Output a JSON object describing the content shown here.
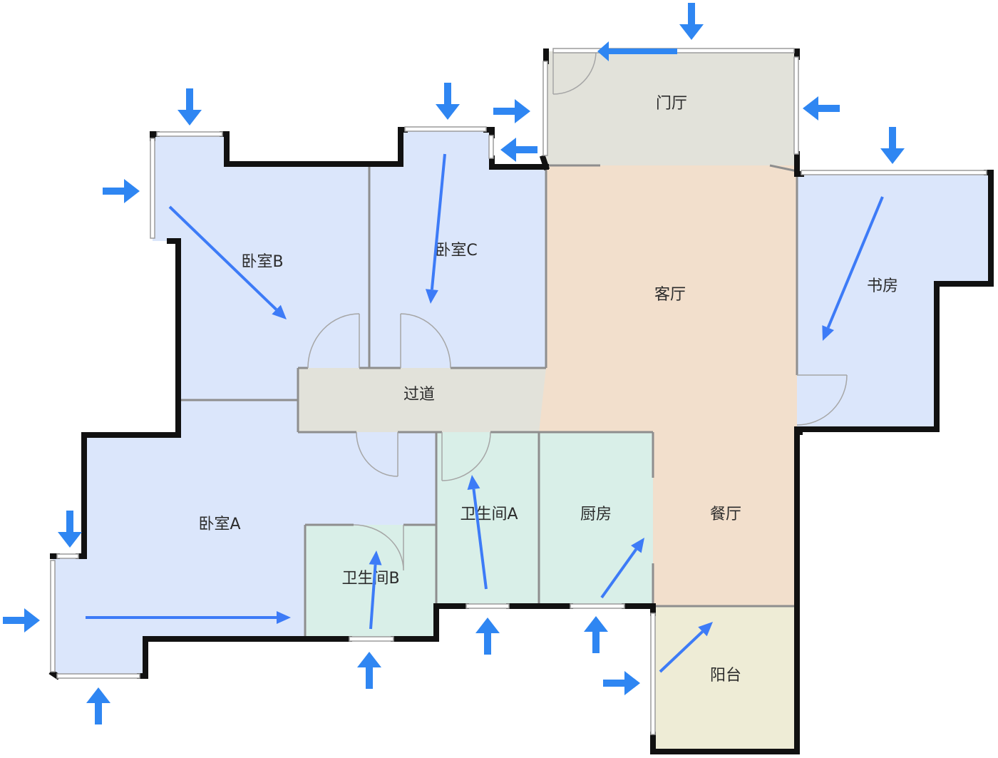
{
  "rooms": {
    "menting": "门厅",
    "keting": "客厅",
    "shufang": "书房",
    "woshi_b": "卧室B",
    "woshi_c": "卧室C",
    "guodao": "过道",
    "woshi_a": "卧室A",
    "weishengjian_a": "卫生间A",
    "weishengjian_b": "卫生间B",
    "chufang": "厨房",
    "canting": "餐厅",
    "yangtai": "阳台"
  },
  "colors": {
    "bedroom": "#dbe6fb",
    "living": "#f2dfcc",
    "corridor": "#e2e2da",
    "bathroom": "#d9efe8",
    "balcony": "#eeecd6",
    "wall": "#111111",
    "flow_arrow": "#3d7bf7",
    "breeze_arrow": "#2f86f2"
  },
  "icons": {
    "airflow_arrow": "arrow-icon",
    "breeze_indicator": "wind-arrow-icon"
  }
}
